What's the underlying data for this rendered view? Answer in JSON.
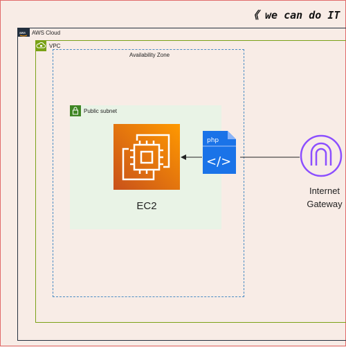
{
  "banner": "《 we can do IT",
  "aws_cloud": {
    "label": "AWS Cloud",
    "icon": "aws-logo-icon"
  },
  "vpc": {
    "label": "VPC",
    "icon": "vpc-cloud-icon",
    "color": "#7aa116"
  },
  "availability_zone": {
    "label": "Availability Zone",
    "color": "#4a8cc4"
  },
  "public_subnet": {
    "label": "Public subnet",
    "icon": "lock-icon",
    "color": "#3f8624"
  },
  "ec2": {
    "label": "EC2",
    "icon": "ec2-chip-icon",
    "color": "#ed7100"
  },
  "php": {
    "label": "php",
    "code": "</>",
    "icon": "php-file-icon",
    "color": "#1a73e8"
  },
  "gateway": {
    "line1": "Internet",
    "line2": "Gateway",
    "icon": "internet-gateway-icon",
    "color": "#8c4fff"
  }
}
